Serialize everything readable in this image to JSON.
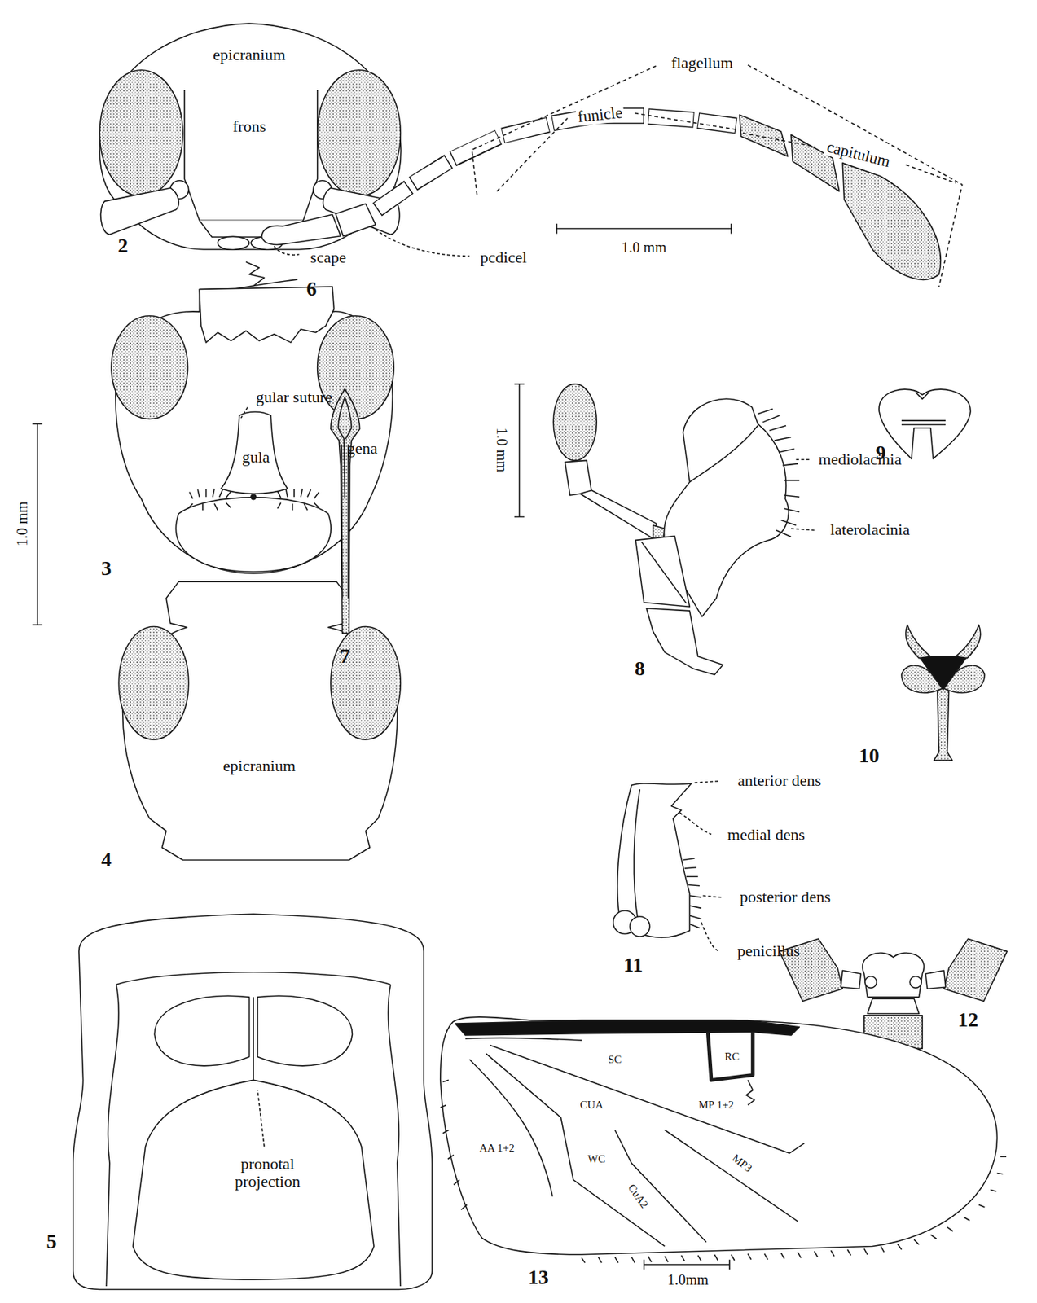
{
  "diagram": {
    "labels": [
      "2",
      "epicranium",
      "frons",
      "6",
      "flagellum",
      "funicle",
      "capitulum",
      "scape",
      "pcdicel",
      "1.0 mm",
      "3",
      "gular suture",
      "gula",
      "gena",
      "1.0 mm",
      "9",
      "7",
      "1.0 mm",
      "mediolacinia",
      "laterolacinia",
      "8",
      "10",
      "4",
      "epicranium",
      "anterior dens",
      "medial dens",
      "posterior dens",
      "penicillus",
      "11",
      "12",
      "pronotal projection",
      "5",
      "SC",
      "RC",
      "CUA",
      "MP 1+2",
      "AA 1+2",
      "WC",
      "MP3",
      "CuA2",
      "1.0mm",
      "13"
    ]
  }
}
